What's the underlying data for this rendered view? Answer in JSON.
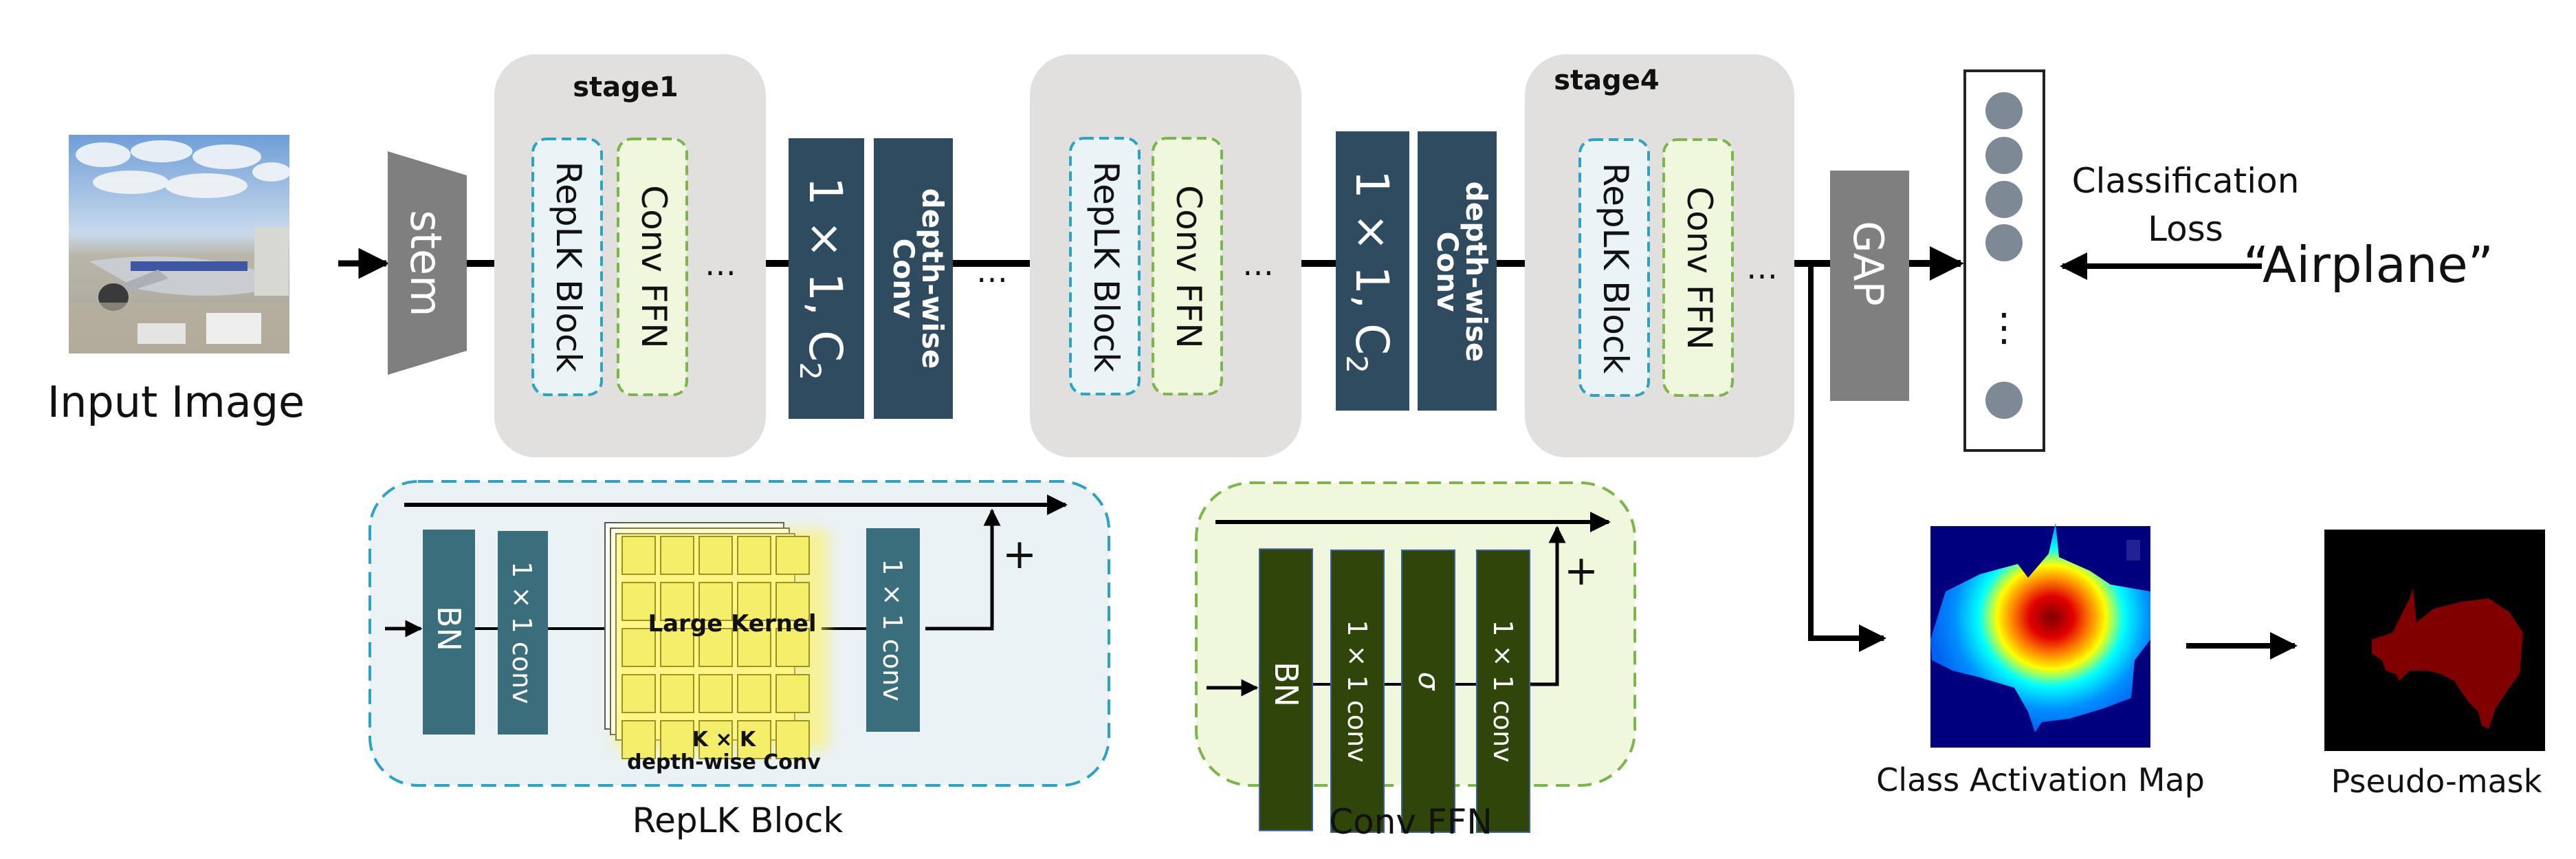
{
  "input": {
    "label": "Input Image"
  },
  "stem": {
    "label": "stem"
  },
  "stages": [
    {
      "title": "stage1",
      "blocks": [
        "RepLK Block",
        "Conv FFN"
      ],
      "ellipsis": "…"
    },
    {
      "title": "",
      "blocks": [
        "RepLK Block",
        "Conv FFN"
      ],
      "ellipsis": "…"
    },
    {
      "title": "stage4",
      "blocks": [
        "RepLK Block",
        "Conv FFN"
      ],
      "ellipsis": "…"
    }
  ],
  "transitions": [
    {
      "conv1x1": "1 × 1, C",
      "subscript": "2",
      "dwconv_line1": "depth-wise",
      "dwconv_line2": "Conv"
    },
    {
      "conv1x1": "1 × 1, C",
      "subscript": "2",
      "dwconv_line1": "depth-wise",
      "dwconv_line2": "Conv"
    }
  ],
  "between_stage_ellipsis": "…",
  "gap": {
    "label": "GAP"
  },
  "vector": {
    "ellipsis": "⋮"
  },
  "loss": {
    "line1": "Classification",
    "line2": "Loss",
    "target": "“Airplane”"
  },
  "replk_block": {
    "title": "RepLK Block",
    "layers": [
      "BN",
      "1 × 1 conv",
      "1 × 1 conv"
    ],
    "kernel_label": "Large Kernel",
    "kernel_caption_line1": "K × K",
    "kernel_caption_line2": "depth-wise Conv",
    "plus": "+"
  },
  "conv_ffn": {
    "title": "Conv FFN",
    "layers": [
      "BN",
      "1 × 1 conv",
      "σ",
      "1 × 1 conv"
    ],
    "plus": "+"
  },
  "cam": {
    "label": "Class Activation Map"
  },
  "pseudo_mask": {
    "label": "Pseudo-mask"
  },
  "colors": {
    "stage_bg": "#e2e0de",
    "replk_border": "#2aa3c4",
    "replk_fill": "#eaf3f6",
    "ffn_border": "#7ab648",
    "ffn_fill": "#eff8dd",
    "transition": "#2e4b60",
    "stem": "#7f7f7f",
    "gap": "#7f7f7f",
    "replk_layer": "#3a6e7c",
    "ffn_layer": "#2f450a",
    "kernel": "#f5ee6a",
    "neuron": "#7d8a96",
    "cam_bg": "#00007f",
    "mask_fill": "#800000"
  }
}
